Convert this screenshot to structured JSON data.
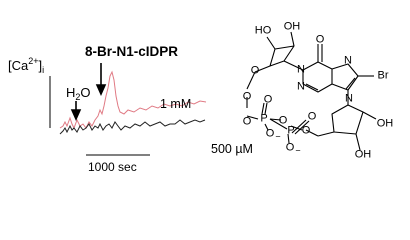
{
  "figure": {
    "y_label": {
      "symbol": "[Ca",
      "charge": "2+",
      "close": "]",
      "sub": "i"
    },
    "compound": "8-Br-N1-cIDPR",
    "water": {
      "base": "H",
      "sub": "2",
      "tail": "O"
    },
    "traces": [
      {
        "label": "1 mM",
        "color": "#e07a84"
      },
      {
        "label": "500 µM",
        "color": "#222222"
      }
    ],
    "scale_bar": "1000 sec"
  },
  "structure": {
    "atoms": [
      "HO",
      "OH",
      "O",
      "N",
      "N",
      "N",
      "N",
      "Br",
      "O",
      "O",
      "O",
      "P",
      "O",
      "O",
      "O",
      "P",
      "O",
      "O",
      "O",
      "OH",
      "OH"
    ],
    "charges": [
      "−",
      "−"
    ]
  }
}
